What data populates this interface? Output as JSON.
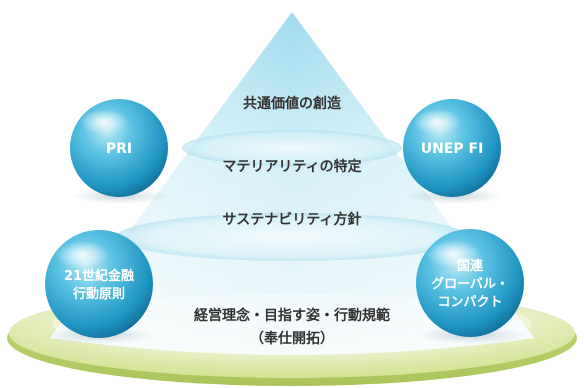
{
  "pyramid": {
    "tiers": [
      {
        "label": "共通価値の創造"
      },
      {
        "label": "マテリアリティの特定"
      },
      {
        "label": "サステナビリティ方針"
      },
      {
        "label_lines": [
          "経営理念・目指す姿・行動規範",
          "（奉仕開拓）"
        ]
      }
    ]
  },
  "spheres": {
    "pri": {
      "lines": [
        "PRI"
      ]
    },
    "unep_fi": {
      "lines": [
        "UNEP FI"
      ]
    },
    "principles_21c": {
      "lines": [
        "21世紀金融",
        "行動原則"
      ]
    },
    "global_compact": {
      "lines": [
        "国連",
        "グローバル・",
        "コンパクト"
      ]
    }
  },
  "colors": {
    "pyramid_top": "#cdeef6",
    "pyramid_bottom": "#eef8fb",
    "base_ellipse_green": "#d6e69c",
    "sphere_light": "#7fd3ea",
    "sphere_dark": "#1688b5",
    "tier_text": "#333333"
  }
}
